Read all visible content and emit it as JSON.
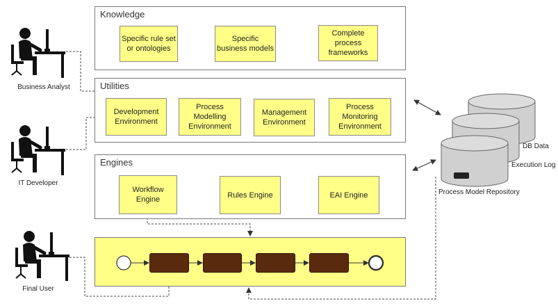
{
  "layers": {
    "knowledge": {
      "title": "Knowledge",
      "items": [
        "Specific rule set or ontologies",
        "Specific business models",
        "Complete process frameworks"
      ]
    },
    "utilities": {
      "title": "Utilities",
      "items": [
        "Development Environment",
        "Process Modelling Environment",
        "Management Environment",
        "Process Monitoring Environment"
      ]
    },
    "engines": {
      "title": "Engines",
      "items": [
        "Workflow Engine",
        "Rules Engine",
        "EAI Engine"
      ]
    }
  },
  "actors": {
    "business_analyst": "Business Analyst",
    "it_developer": "IT Developer",
    "final_user": "Final User"
  },
  "stores": {
    "db_data": "DB Data",
    "execution_log": "Execution Log",
    "process_model_repository": "Process Model Repository"
  },
  "colors": {
    "note_fill": "#ffff88",
    "task_fill": "#5a2a0e",
    "cylinder_fill": "#d0d0d0"
  },
  "process_flow": {
    "task_count": 4
  }
}
